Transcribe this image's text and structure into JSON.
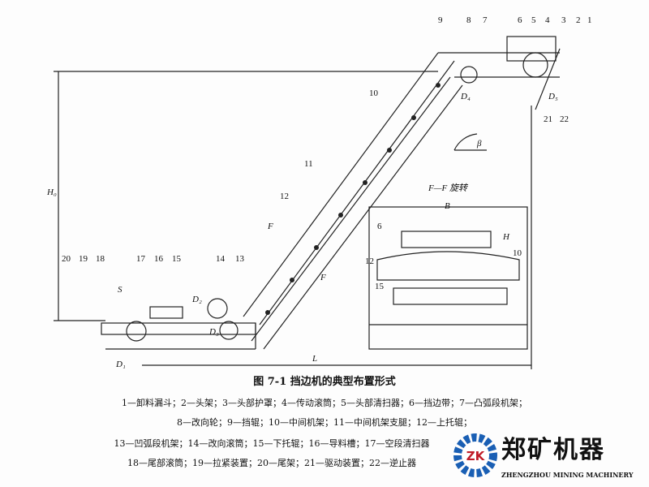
{
  "figure": {
    "title": "图 7-1  挡边机的典型布置形式",
    "legend_lines": [
      "1—卸料漏斗；2—头架；3—头部护罩；4—传动滚筒；5—头部清扫器；6—挡边带；7—凸弧段机架；",
      "8—改向轮；9—挡辊；10—中间机架；11—中间机架支腿；12—上托辊；",
      "13—凹弧段机架；14—改向滚筒；15—下托辊；16—导料槽；17—空段清扫器",
      "18—尾部滚筒；19—拉紧装置；20—尾架；21—驱动装置；22—逆止器"
    ]
  },
  "diagram": {
    "part_numbers": [
      "1",
      "2",
      "3",
      "4",
      "5",
      "6",
      "7",
      "8",
      "9",
      "10",
      "11",
      "12",
      "13",
      "14",
      "15",
      "16",
      "17",
      "18",
      "19",
      "20",
      "21",
      "22"
    ],
    "dimensions": {
      "height": "H₀",
      "length": "L",
      "tail": "S",
      "angle": "β",
      "width": "B",
      "h": "H"
    },
    "diameters": {
      "d1": "D₁",
      "d2": "D₂",
      "d3": "D₃",
      "d4": "D₄",
      "d5": "D₅"
    },
    "section": {
      "title": "F—F 旋转",
      "mark": "F"
    },
    "section_labels": [
      "6",
      "12",
      "15",
      "10"
    ]
  },
  "logo": {
    "text": "郑矿机器",
    "sub": "ZHENGZHOU MINING MACHINERY",
    "mark": "ZK",
    "color": "#1a5fb4"
  }
}
